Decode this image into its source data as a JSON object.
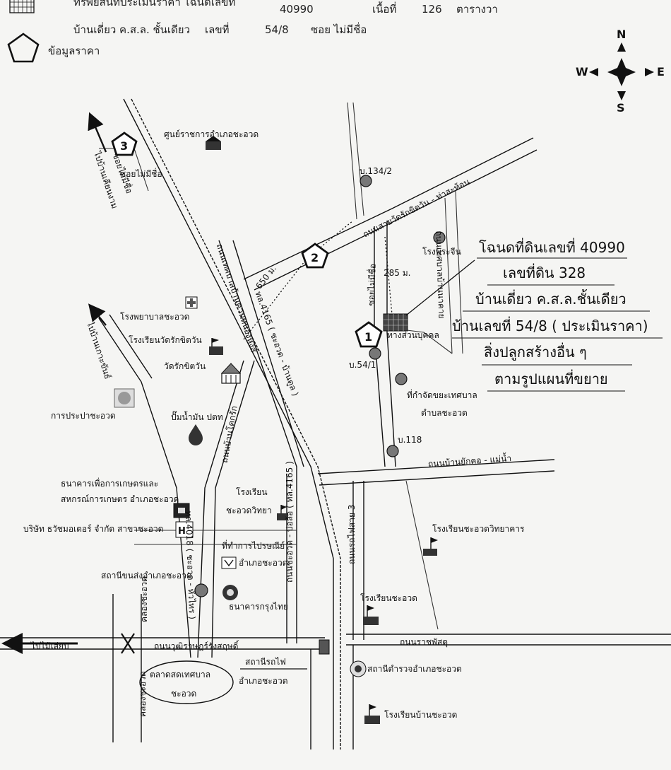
{
  "header": {
    "line1_partial": "ทรัพย์สินที่ประเมินราคา โฉนดเลขที่",
    "deed_no": "40990",
    "area_label": "เนื้อที่",
    "area_value": "126",
    "area_unit": "ตารางวา",
    "line2_type": "บ้านเดี่ยว ค.ส.ล. ชั้นเดียว",
    "line2_no_label": "เลขที่",
    "line2_no": "54/8",
    "line2_soi": "ซอย  ไม่มีชื่อ",
    "legend_price": "ข้อมูลราคา"
  },
  "compass": {
    "n": "N",
    "s": "S",
    "e": "E",
    "w": "W"
  },
  "callout": {
    "l1": "โฉนดที่ดินเลขที่ 40990",
    "l2": "เลขที่ดิน 328",
    "l3": "บ้านเดี่ยว ค.ส.ล.ชั้นเดียว",
    "l4": "บ้านเลขที่ 54/8 ( ประเมินราคา)",
    "l5": "สิ่งปลูกสร้างอื่น ๆ",
    "l6": "ตามรูปแผนที่ขยาย"
  },
  "markers": {
    "m1": "1",
    "m2": "2",
    "m3": "3",
    "d650": "650 ม.",
    "d285": "285 ม."
  },
  "labels": {
    "district_center": "ศูนย์ราชการอำเภอชะอวด",
    "soi_nameless_top": "ซอยไม่มีชื่อ",
    "soi_nameless_mid": "ซอยไม่มีชื่อ",
    "soi_nameless_site": "ซอยไม่มีชื่อ",
    "to_top_left": "ไปบ้านเคียนงาม",
    "to_left2": "ไปบ้านเกาะขันธ์",
    "b134_2": "บ.134/2",
    "road_wat_thasathon": "ถนนสายวัดรักขิตวัน - ท่าสะท้อน",
    "road_right_vertical": "ถนนเทศบาลบ้านนาคาย",
    "rong_phra_chin": "โรงพระจีน",
    "road_local": "ถนนเทศบาลบ้านควนหนองหงส์",
    "hospital": "โรงพยาบาลชะอวด",
    "school_wat": "โรงเรียนวัดรักขิตวัน",
    "wat": "วัดรักขิตวัน",
    "hwy_4165_top": "ทล.4165 ( ชะอวด - บ้านตูล )",
    "tang_suan": "ทางส่วนบุคคล",
    "b54_1": "บ.54/1",
    "waste": "ที่กำจัดขยะเทศบาล",
    "waste2": "ตำบลชะอวด",
    "water": "การประปาชะอวด",
    "gas": "ปั๊มน้ำมัน ปตท",
    "road_ban_khok_rak": "ถนนบ้านโคกรัก",
    "b118": "บ.118",
    "road_yakkhor": "ถนนบ้านยักคอ - แม่น้ำ",
    "baac1": "ธนาคารเพื่อการเกษตรและ",
    "baac2": "สหกรณ์การเกษตร อำเภอชะอวด",
    "school_chawittaya1": "โรงเรียน",
    "school_chawittaya2": "ชะอวดวิทยา",
    "hwy_4018": "ทล.4018 ( ชะอวด - หัวไทร )",
    "hwy_4165_bot": "ถนนชะอวด - บ่อล้อ ( ทล.4165 )",
    "road_fai_3": "ถนนรถไฟสาย 3",
    "school_wittayakhan": "โรงเรียนชะอวดวิทยาคาร",
    "honda": "บริษัท ธวัชมอเตอร์ จำกัด สาขาชะอวด",
    "post1": "ที่ทำการไปรษณีย์",
    "post2": "อำเภอชะอวด",
    "transport": "สถานีขนส่งอำเภอชะอวด",
    "ktb": "ธนาคารกรุงไทย",
    "school_chaaud": "โรงเรียนชะอวด",
    "canal_top": "คลองชะอวด",
    "to_mai_sieb": "ไปไม้เสียบ",
    "road_wuthi": "ถนนวุฒิราษฎร์รังสฤษดิ์",
    "road_ratchaphatsadu": "ถนนราชพัสดุ",
    "train1": "สถานีรถไฟ",
    "train2": "อำเภอชะอวด",
    "police": "สถานีตำรวจอำเภอชะอวด",
    "market1": "ตลาดสดเทศบาล",
    "market2": "ชะอวด",
    "canal_bot": "คลองชะอวด",
    "school_ban_chaaud": "โรงเรียนบ้านชะอวด"
  },
  "colors": {
    "ink": "#111111",
    "paper": "#f5f5f3",
    "marker": "#777777"
  }
}
